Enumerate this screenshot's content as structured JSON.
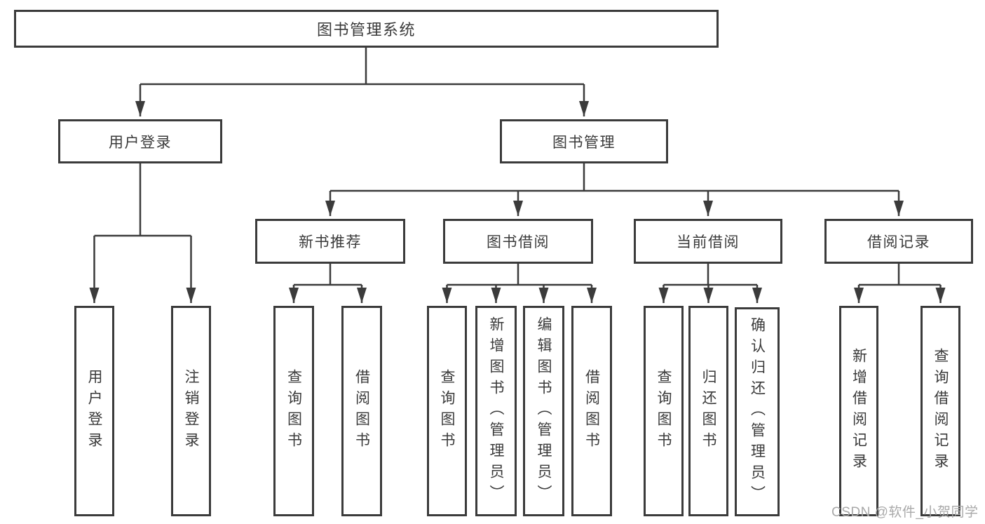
{
  "diagram": {
    "type": "hierarchy-tree",
    "line_color": "#3b3b3b",
    "box_background": "#ffffff",
    "text_color": "#3a3a3a",
    "root": {
      "label": "图书管理系统"
    },
    "level2": [
      {
        "label": "用户登录"
      },
      {
        "label": "图书管理"
      }
    ],
    "level3": [
      {
        "label": "新书推荐"
      },
      {
        "label": "图书借阅"
      },
      {
        "label": "当前借阅"
      },
      {
        "label": "借阅记录"
      }
    ],
    "leaves": {
      "user_login": [
        {
          "label": "用户登录"
        },
        {
          "label": "注销登录"
        }
      ],
      "new_book": [
        {
          "label": "查询图书"
        },
        {
          "label": "借阅图书"
        }
      ],
      "book_borrow": [
        {
          "label": "查询图书"
        },
        {
          "label": "新增图书（管理员）"
        },
        {
          "label": "编辑图书（管理员）"
        },
        {
          "label": "借阅图书"
        }
      ],
      "current_borrow": [
        {
          "label": "查询图书"
        },
        {
          "label": "归还图书"
        },
        {
          "label": "确认归还（管理员）"
        }
      ],
      "borrow_records": [
        {
          "label": "新增借阅记录"
        },
        {
          "label": "查询借阅记录"
        }
      ]
    }
  },
  "watermark": "CSDN @软件_小贺同学"
}
